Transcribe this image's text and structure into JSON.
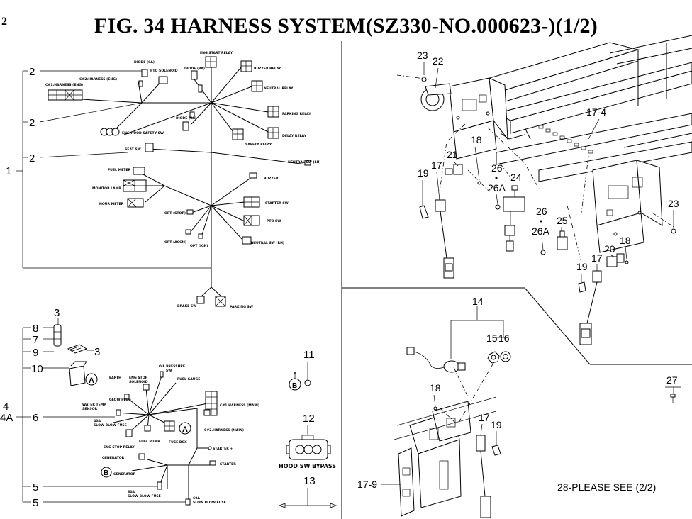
{
  "title": "FIG. 34  HARNESS SYSTEM(SZ330-NO.000623-)(1/2)",
  "page_mark": "2",
  "callouts_left": {
    "c1": "1",
    "c2a": "2",
    "c2b": "2",
    "c2c": "2",
    "c3a": "3",
    "c3b": "3",
    "c8": "8",
    "c7": "7",
    "c9": "9",
    "c10": "10",
    "c4": "4",
    "c4a": "4A",
    "c6": "6",
    "c5a": "5",
    "c5b": "5",
    "c11": "11",
    "c12": "12",
    "c13": "13"
  },
  "harness_main_labels": {
    "diode1": "DIODE (8A)",
    "pto_solenoid": "PTO SOLENOID",
    "c2_harness_eng": "C#2:HARNESS (ENG)",
    "c1_harness_eng": "C#1:HARNESS (ENG)",
    "diode2": "DIODE (8A)",
    "eng_start_relay": "ENG START RELAY",
    "buzzer_relay": "BUZZER RELAY",
    "neutral_relay": "NEUTRAL RELAY",
    "parking_relay": "PARKING RELAY",
    "diode3": "DIODE (8A)",
    "delay_relay": "DELAY RELAY",
    "eng_hood_safety_sw": "ENG HOOD SAFETY SW",
    "safety_relay": "SAFETY RELAY",
    "seat_sw": "SEAT SW",
    "neutral_sw_lh": "NEUTRAL SW (LH)",
    "fuel_meter": "FUEL METER",
    "buzzer": "BUZZER",
    "monitor_lamp": "MONITOR LAMP",
    "hour_meter": "HOUR METER",
    "starter_sw": "STARTER SW",
    "opt_stop": "OPT (STOP)",
    "pto_sw": "PTO SW",
    "opt_accm": "OPT (ACCM)",
    "opt_ign": "OPT (IGN)",
    "neutral_sw_rh": "NEUTRAL SW (RH)",
    "brake_sw": "BRAKE SW",
    "parking_sw": "PARKING SW"
  },
  "harness_eng_labels": {
    "oil_pressure": "OIL PRESSURE",
    "oil_pressure_sw": "SW",
    "earth": "EARTH",
    "eng_stop_solenoid_1": "ENG STOP",
    "eng_stop_solenoid_2": "SOLENOID",
    "fuel_gauge": "FUEL GAUGE",
    "glow_plug": "GLOW PLUG",
    "water_temp_1": "WATER TEMP",
    "water_temp_2": "SENSOR",
    "c1_harness_main": "C#1.HARNESS (MAIN)",
    "slow_blow_40a_1": "40A",
    "slow_blow_40a_2": "SLOW BLOW FUSE",
    "fuel_pump": "FUEL PUMP",
    "fuse_box": "FUSE BOX",
    "c2_harness_main": "C#2.HARNESS (MAIN)",
    "eng_stop_relay": "ENG STOP RELAY",
    "starter_plus": "STARTER +",
    "generator": "GENERATOR",
    "starter": "STARTER",
    "generator_plus": "GENERATOR +",
    "slow_blow_60a_1": "60A",
    "slow_blow_60a_2": "SLOW BLOW FUSE",
    "slow_blow_60a_3": "60A",
    "slow_blow_60a_4": "SLOW BLOW FUSE",
    "marker_a1": "A",
    "marker_a2": "A",
    "marker_b1": "B",
    "marker_b2": "B"
  },
  "hood_bypass": "HOOD SW BYPASS",
  "callouts_right": {
    "c23a": "23",
    "c22": "22",
    "c17_4": "17-4",
    "c18a": "18",
    "c21": "21",
    "c17a": "17",
    "c19a": "19",
    "c26a": "26",
    "c26a_a": "26A",
    "c24": "24",
    "c26b": "26",
    "c26b_a": "26A",
    "c25": "25",
    "c23b": "23",
    "c18b": "18",
    "c20": "20",
    "c17b": "17",
    "c19b": "19",
    "c14": "14",
    "c15": "15",
    "c16": "16",
    "c18c": "18",
    "c17c": "17",
    "c19c": "19",
    "c17_9": "17-9",
    "c27": "27"
  },
  "see_note": "28-PLEASE SEE (2/2)"
}
